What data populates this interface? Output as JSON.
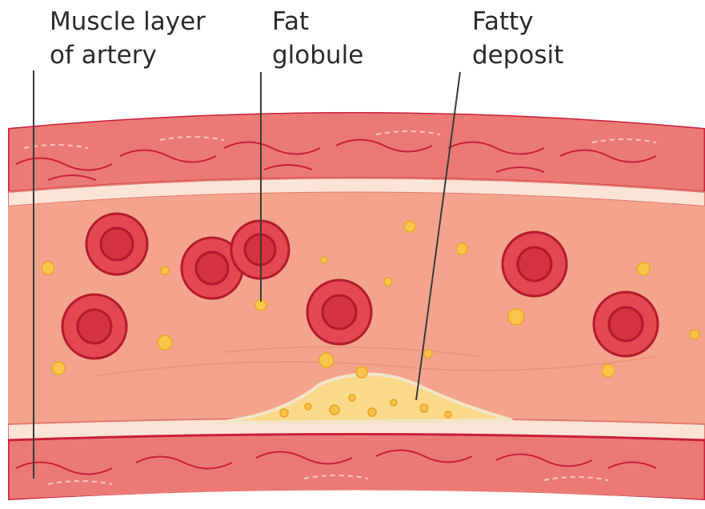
{
  "labels": {
    "muscle": {
      "line1": "Muscle layer",
      "line2": "of artery"
    },
    "fat_globule": {
      "line1": "Fat",
      "line2": "globule"
    },
    "fatty_deposit": {
      "line1": "Fatty",
      "line2": "deposit"
    }
  },
  "colors": {
    "wall_outer": "#e96f6f",
    "wall_inner_red": "#c8203a",
    "lumen": "#f4a48c",
    "lumen_light": "#f8c0a8",
    "cell_fill": "#e3474f",
    "cell_dark": "#b21b2e",
    "fat": "#f8c44a",
    "deposit": "#fbd98a",
    "leader": "#3a3a3a"
  }
}
